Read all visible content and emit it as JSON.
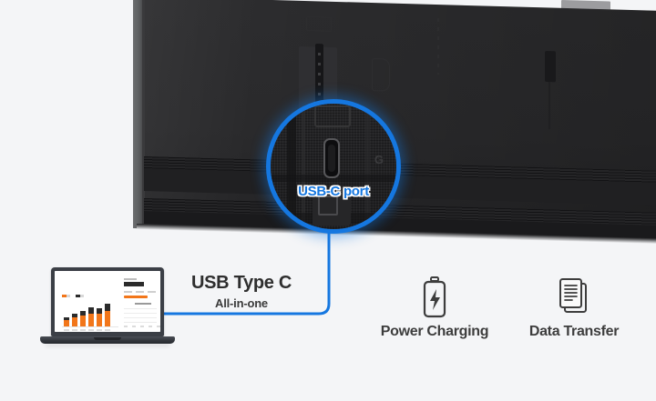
{
  "theme": {
    "background": "#f4f5f7",
    "accent_blue": "#1577e0",
    "tv_body": "#2a2a2c",
    "text_dark": "#2e2e2e",
    "chart_orange": "#f2761a"
  },
  "callout": {
    "label": "USB-C port",
    "icon": "magnifier-circle"
  },
  "headline": {
    "title": "USB Type C",
    "subtitle": "All-in-one"
  },
  "features": [
    {
      "id": "power-charging",
      "caption": "Power Charging",
      "icon": "battery-bolt-icon"
    },
    {
      "id": "data-transfer",
      "caption": "Data Transfer",
      "icon": "documents-icon"
    }
  ],
  "laptop": {
    "icon": "laptop-device",
    "screen": {
      "type": "dashboard"
    }
  },
  "chart_data": {
    "type": "bar",
    "title": "",
    "xlabel": "",
    "ylabel": "",
    "categories": [
      "1",
      "2",
      "3",
      "4",
      "5",
      "6"
    ],
    "series": [
      {
        "name": "orange-segment",
        "values": [
          10,
          14,
          17,
          20,
          20,
          24
        ]
      },
      {
        "name": "dark-segment",
        "values": [
          5,
          6,
          8,
          10,
          9,
          12
        ]
      }
    ],
    "ylim": [
      0,
      40
    ],
    "grid": false,
    "legend": "top-left"
  },
  "tv": {
    "icon": "tv-rear-panel",
    "port_slot": "usb-c-slot"
  }
}
